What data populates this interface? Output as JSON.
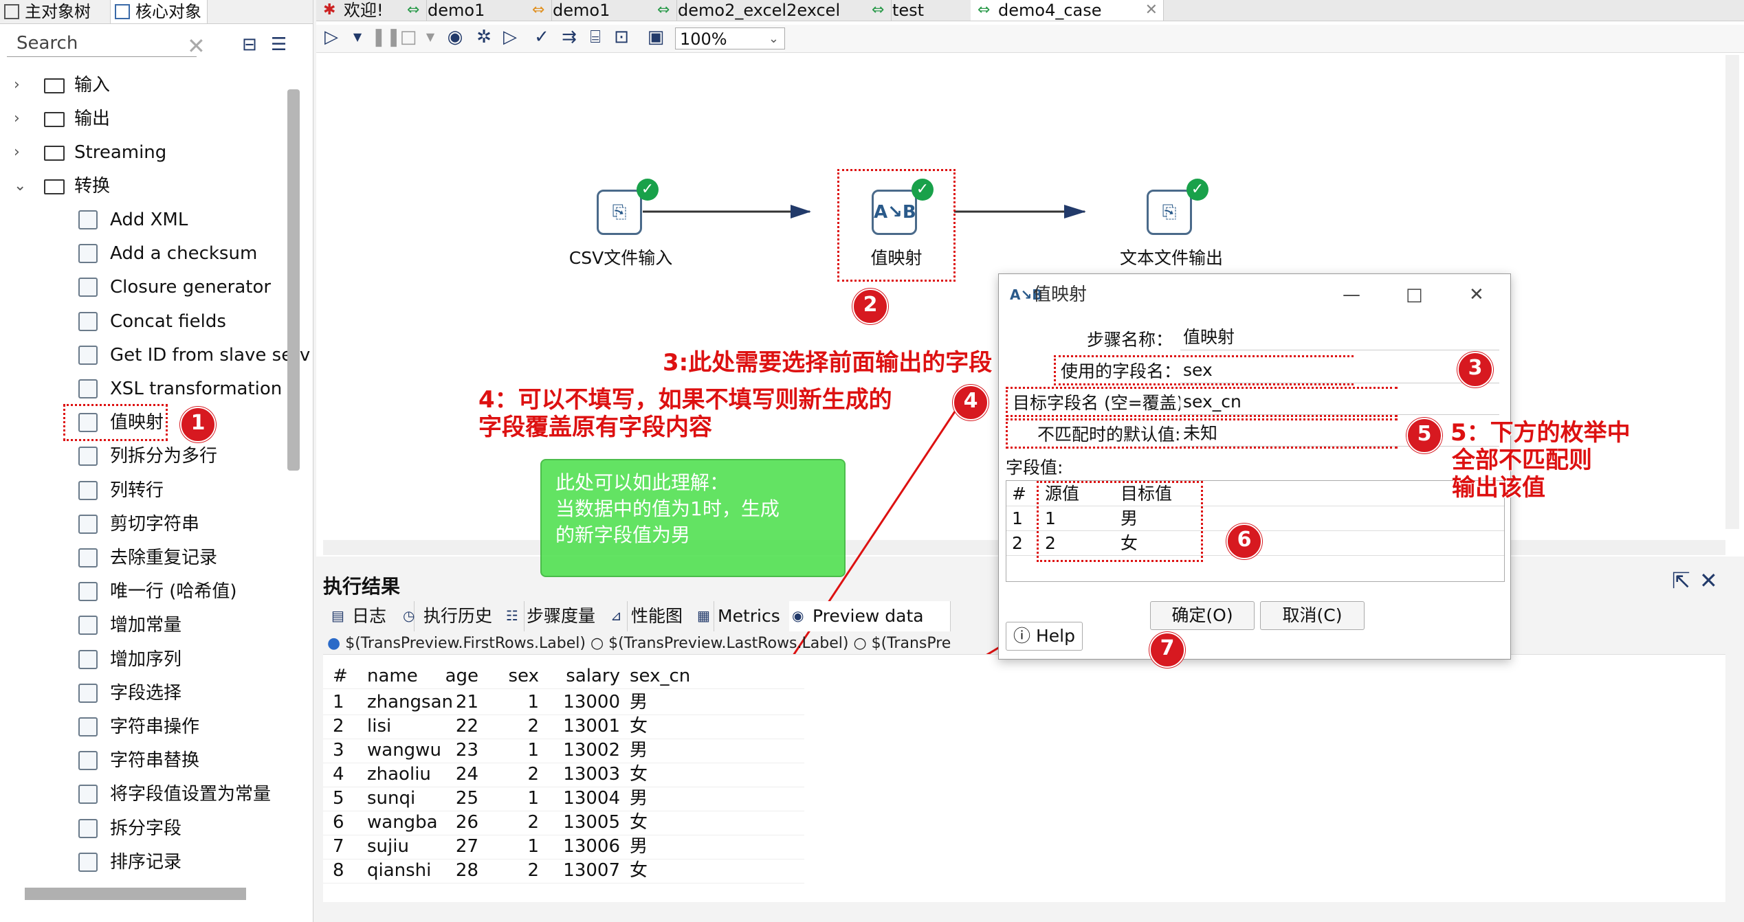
{
  "left_panel": {
    "tabs": [
      "主对象树",
      "核心对象"
    ],
    "search_placeholder": "Search",
    "tree": [
      {
        "label": "输入",
        "expanded": false
      },
      {
        "label": "输出",
        "expanded": false
      },
      {
        "label": "Streaming",
        "expanded": false
      },
      {
        "label": "转换",
        "expanded": true
      }
    ],
    "children": [
      "Add XML",
      "Add a checksum",
      "Closure generator",
      "Concat fields",
      "Get ID from slave serv",
      "XSL transformation",
      "值映射",
      "列拆分为多行",
      "列转行",
      "剪切字符串",
      "去除重复记录",
      "唯一行 (哈希值)",
      "增加常量",
      "增加序列",
      "字段选择",
      "字符串操作",
      "字符串替换",
      "将字段值设置为常量",
      "拆分字段",
      "排序记录"
    ]
  },
  "editor_tabs": [
    "欢迎!",
    "demo1",
    "demo1",
    "demo2_excel2excel",
    "test",
    "demo4_case"
  ],
  "toolbar": {
    "zoom": "100%"
  },
  "canvas": {
    "steps": [
      "CSV文件输入",
      "值映射",
      "文本文件输出"
    ],
    "step_icons": [
      "file-in-icon",
      "ab-map-icon",
      "file-out-icon"
    ]
  },
  "annotations": {
    "b1": "1",
    "b2": "2",
    "b3": "3",
    "b4": "4",
    "b5": "5",
    "b6": "6",
    "b7": "7",
    "a3": "3:此处需要选择前面输出的字段",
    "a4_line1": "4：可以不填写，如果不填写则新生成的",
    "a4_line2": "字段覆盖原有字段内容",
    "a5_line1": "5：下方的枚举中",
    "a5_line2": "全部不匹配则",
    "a5_line3": "输出该值",
    "note_line1": "此处可以如此理解：",
    "note_line2": "当数据中的值为1时，生成",
    "note_line3": "的新字段值为男"
  },
  "results": {
    "title": "执行结果",
    "tabs": [
      "日志",
      "执行历史",
      "步骤度量",
      "性能图",
      "Metrics",
      "Preview data"
    ],
    "radios": "$(TransPreview.FirstRows.Label)  ○ $(TransPreview.LastRows.Label)  ○ $(TransPre",
    "columns": [
      "#",
      "name",
      "age",
      "sex",
      "salary",
      "sex_cn"
    ],
    "rows": [
      [
        "1",
        "zhangsan",
        "21",
        "1",
        "13000",
        "男"
      ],
      [
        "2",
        "lisi",
        "22",
        "2",
        "13001",
        "女"
      ],
      [
        "3",
        "wangwu",
        "23",
        "1",
        "13002",
        "男"
      ],
      [
        "4",
        "zhaoliu",
        "24",
        "2",
        "13003",
        "女"
      ],
      [
        "5",
        "sunqi",
        "25",
        "1",
        "13004",
        "男"
      ],
      [
        "6",
        "wangba",
        "26",
        "2",
        "13005",
        "女"
      ],
      [
        "7",
        "sujiu",
        "27",
        "1",
        "13006",
        "男"
      ],
      [
        "8",
        "qianshi",
        "28",
        "2",
        "13007",
        "女"
      ]
    ]
  },
  "dialog": {
    "title": "值映射",
    "step_name_label": "步骤名称：",
    "step_name_value": "值映射",
    "field_label": "使用的字段名：",
    "field_value": "sex",
    "target_label": "目标字段名 (空=覆盖)",
    "target_value": "sex_cn",
    "default_label": "不匹配时的默认值:",
    "default_value": "未知",
    "values_label": "字段值:",
    "grid_cols": [
      "#",
      "源值",
      "目标值"
    ],
    "grid_rows": [
      [
        "1",
        "1",
        "男"
      ],
      [
        "2",
        "2",
        "女"
      ]
    ],
    "ok": "确定(O)",
    "cancel": "取消(C)",
    "help": "Help"
  },
  "colors": {
    "annotation_red": "#d11111",
    "note_green": "#4ee04e",
    "check_green": "#19a14a"
  }
}
